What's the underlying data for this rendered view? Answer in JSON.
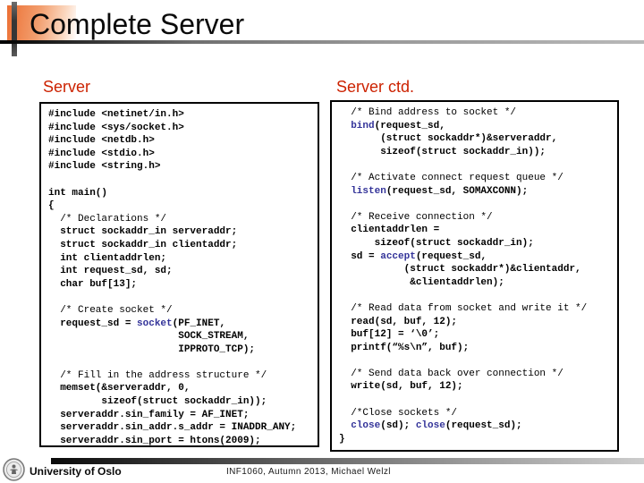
{
  "title": "Complete Server",
  "colors": {
    "accent_orange": "#ec6f33",
    "heading_red": "#cc2200",
    "keyword_blue": "#333399",
    "comment_black": "#000000"
  },
  "footer": {
    "org": "University of Oslo",
    "course": "INF1060, Autumn 2013, Michael Welzl",
    "logo_icon": "uio-seal-icon"
  },
  "columns": [
    {
      "heading": "Server",
      "lines": [
        [
          {
            "t": "#include <netinet/in.h>",
            "s": "cd"
          }
        ],
        [
          {
            "t": "#include <sys/socket.h>",
            "s": "cd"
          }
        ],
        [
          {
            "t": "#include <netdb.h>",
            "s": "cd"
          }
        ],
        [
          {
            "t": "#include <stdio.h>",
            "s": "cd"
          }
        ],
        [
          {
            "t": "#include <string.h>",
            "s": "cd"
          }
        ],
        [],
        [
          {
            "t": "int main()",
            "s": "cd"
          }
        ],
        [
          {
            "t": "{",
            "s": "cd"
          }
        ],
        [
          {
            "t": "  /* Declarations */",
            "s": "cm"
          }
        ],
        [
          {
            "t": "  struct sockaddr_in serveraddr;",
            "s": "cd"
          }
        ],
        [
          {
            "t": "  struct sockaddr_in clientaddr;",
            "s": "cd"
          }
        ],
        [
          {
            "t": "  int clientaddrlen;",
            "s": "cd"
          }
        ],
        [
          {
            "t": "  int request_sd, sd;",
            "s": "cd"
          }
        ],
        [
          {
            "t": "  char buf[13];",
            "s": "cd"
          }
        ],
        [],
        [
          {
            "t": "  /* Create socket */",
            "s": "cm"
          }
        ],
        [
          {
            "t": "  request_sd = ",
            "s": "cd"
          },
          {
            "t": "socket",
            "s": "kw"
          },
          {
            "t": "(PF_INET,",
            "s": "cd"
          }
        ],
        [
          {
            "t": "                      SOCK_STREAM,",
            "s": "cd"
          }
        ],
        [
          {
            "t": "                      IPPROTO_TCP);",
            "s": "cd"
          }
        ],
        [],
        [
          {
            "t": "  /* Fill in the address structure */",
            "s": "cm"
          }
        ],
        [
          {
            "t": "  memset(&serveraddr, 0,",
            "s": "cd"
          }
        ],
        [
          {
            "t": "         sizeof(struct sockaddr_in));",
            "s": "cd"
          }
        ],
        [
          {
            "t": "  serveraddr.sin_family = AF_INET;",
            "s": "cd"
          }
        ],
        [
          {
            "t": "  serveraddr.sin_addr.s_addr = INADDR_ANY;",
            "s": "cd"
          }
        ],
        [
          {
            "t": "  serveraddr.sin_port = htons(2009);",
            "s": "cd"
          }
        ]
      ]
    },
    {
      "heading": "Server ctd.",
      "lines": [
        [
          {
            "t": "  /* Bind address to socket */",
            "s": "cm"
          }
        ],
        [
          {
            "t": "  ",
            "s": "cd"
          },
          {
            "t": "bind",
            "s": "kw"
          },
          {
            "t": "(request_sd,",
            "s": "cd"
          }
        ],
        [
          {
            "t": "       (struct sockaddr*)&serveraddr,",
            "s": "cd"
          }
        ],
        [
          {
            "t": "       sizeof(struct sockaddr_in));",
            "s": "cd"
          }
        ],
        [],
        [
          {
            "t": "  /* Activate connect request queue */",
            "s": "cm"
          }
        ],
        [
          {
            "t": "  ",
            "s": "cd"
          },
          {
            "t": "listen",
            "s": "kw"
          },
          {
            "t": "(request_sd, SOMAXCONN);",
            "s": "cd"
          }
        ],
        [],
        [
          {
            "t": "  /* Receive connection */",
            "s": "cm"
          }
        ],
        [
          {
            "t": "  clientaddrlen =",
            "s": "cd"
          }
        ],
        [
          {
            "t": "      sizeof(struct sockaddr_in);",
            "s": "cd"
          }
        ],
        [
          {
            "t": "  sd = ",
            "s": "cd"
          },
          {
            "t": "accept",
            "s": "kw"
          },
          {
            "t": "(request_sd,",
            "s": "cd"
          }
        ],
        [
          {
            "t": "           (struct sockaddr*)&clientaddr,",
            "s": "cd"
          }
        ],
        [
          {
            "t": "            &clientaddrlen);",
            "s": "cd"
          }
        ],
        [],
        [
          {
            "t": "  /* Read data from socket and write it */",
            "s": "cm"
          }
        ],
        [
          {
            "t": "  read(sd, buf, 12);",
            "s": "cd"
          }
        ],
        [
          {
            "t": "  buf[12] = ‘\\0’;",
            "s": "cd"
          }
        ],
        [
          {
            "t": "  printf(“%s\\n”, buf);",
            "s": "cd"
          }
        ],
        [],
        [
          {
            "t": "  /* Send data back over connection */",
            "s": "cm"
          }
        ],
        [
          {
            "t": "  write(sd, buf, 12);",
            "s": "cd"
          }
        ],
        [],
        [
          {
            "t": "  /*Close sockets */",
            "s": "cm"
          }
        ],
        [
          {
            "t": "  ",
            "s": "cd"
          },
          {
            "t": "close",
            "s": "kw"
          },
          {
            "t": "(sd); ",
            "s": "cd"
          },
          {
            "t": "close",
            "s": "kw"
          },
          {
            "t": "(request_sd);",
            "s": "cd"
          }
        ],
        [
          {
            "t": "}",
            "s": "cd"
          }
        ]
      ]
    }
  ]
}
